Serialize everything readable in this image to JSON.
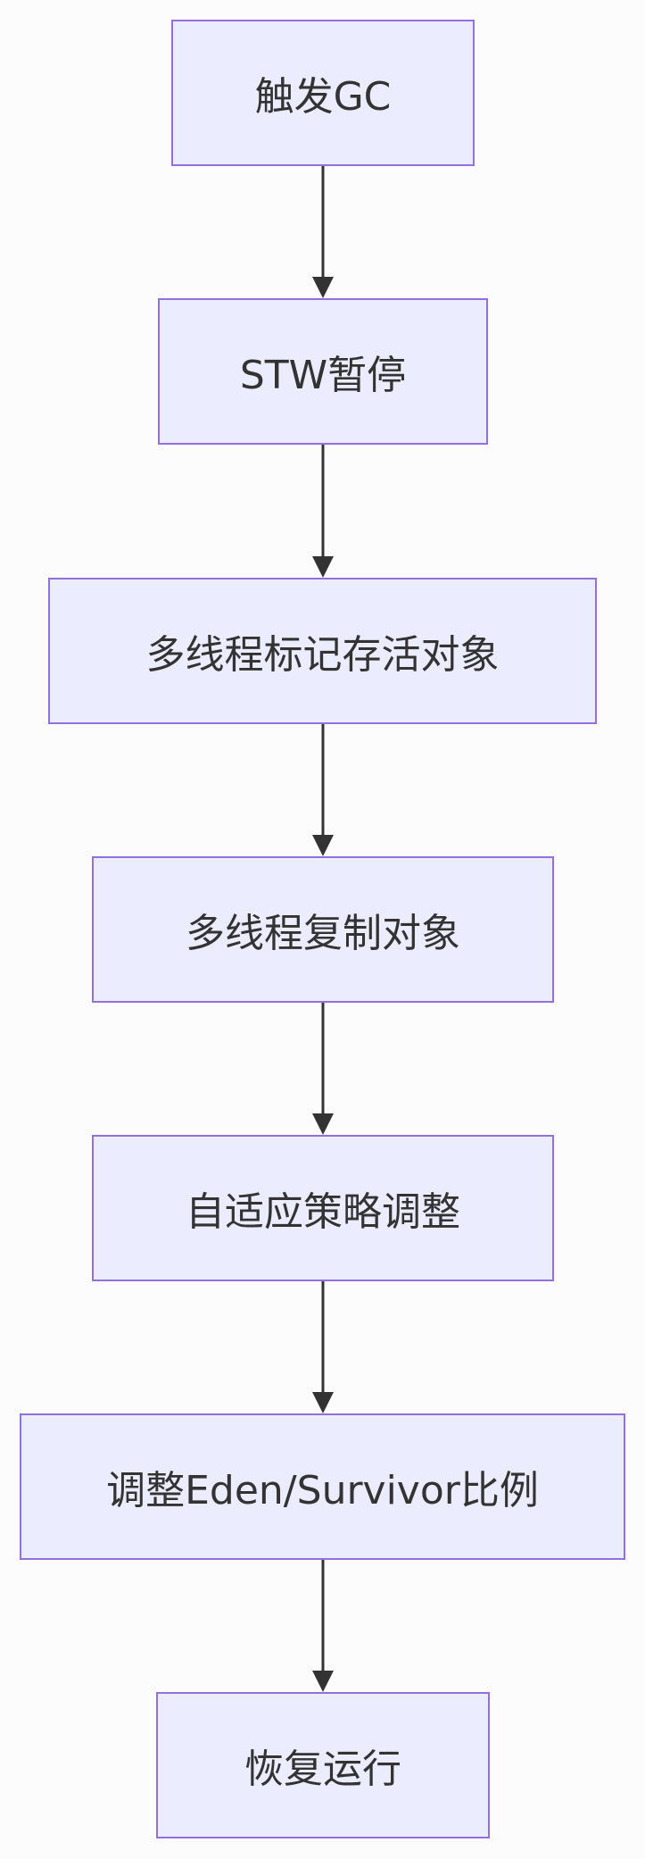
{
  "diagram": {
    "colors": {
      "node_fill": "#ececff",
      "node_border": "#9370db",
      "text": "#333333",
      "edge": "#333333",
      "background": "#fdfcfd"
    },
    "nodes": [
      {
        "id": "n1",
        "label": "触发GC"
      },
      {
        "id": "n2",
        "label": "STW暂停"
      },
      {
        "id": "n3",
        "label": "多线程标记存活对象"
      },
      {
        "id": "n4",
        "label": "多线程复制对象"
      },
      {
        "id": "n5",
        "label": "自适应策略调整"
      },
      {
        "id": "n6",
        "label": "调整Eden/Survivor比例"
      },
      {
        "id": "n7",
        "label": "恢复运行"
      }
    ],
    "edges": [
      {
        "from": "n1",
        "to": "n2"
      },
      {
        "from": "n2",
        "to": "n3"
      },
      {
        "from": "n3",
        "to": "n4"
      },
      {
        "from": "n4",
        "to": "n5"
      },
      {
        "from": "n5",
        "to": "n6"
      },
      {
        "from": "n6",
        "to": "n7"
      }
    ]
  }
}
